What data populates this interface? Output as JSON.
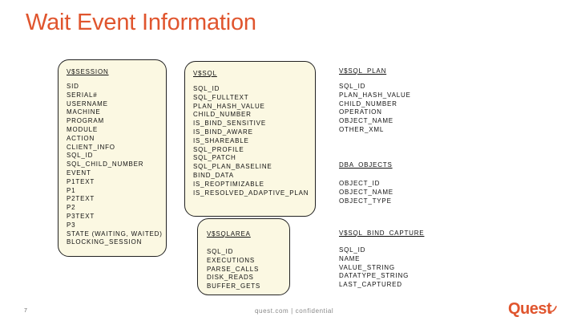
{
  "title": "Wait Event Information",
  "page_number": "7",
  "footer": "quest.com | confidential",
  "logo": {
    "text": "Quest",
    "color": "#e0552e"
  },
  "tables": {
    "vsession": {
      "name": "V$SESSION",
      "columns": [
        "SID",
        "SERIAL#",
        "USERNAME",
        "MACHINE",
        "PROGRAM",
        "MODULE",
        "ACTION",
        "CLIENT_INFO",
        "SQL_ID",
        "SQL_CHILD_NUMBER",
        "EVENT",
        "P1TEXT",
        "P1",
        "P2TEXT",
        "P2",
        "P3TEXT",
        "P3",
        "STATE (WAITING, WAITED)",
        "BLOCKING_SESSION"
      ]
    },
    "vsql": {
      "name": "V$SQL",
      "columns": [
        "SQL_ID",
        "SQL_FULLTEXT",
        "PLAN_HASH_VALUE",
        "CHILD_NUMBER",
        "IS_BIND_SENSITIVE",
        "IS_BIND_AWARE",
        "IS_SHAREABLE",
        "SQL_PROFILE",
        "SQL_PATCH",
        "SQL_PLAN_BASELINE",
        "BIND_DATA",
        "IS_REOPTIMIZABLE",
        "IS_RESOLVED_ADAPTIVE_PLAN"
      ]
    },
    "vsqlarea": {
      "name": "V$SQLAREA",
      "columns": [
        "SQL_ID",
        "EXECUTIONS",
        "PARSE_CALLS",
        "DISK_READS",
        "BUFFER_GETS"
      ]
    },
    "vsql_plan": {
      "name": "V$SQL_PLAN",
      "columns": [
        "SQL_ID",
        "PLAN_HASH_VALUE",
        "CHILD_NUMBER",
        "OPERATION",
        "OBJECT_NAME",
        "OTHER_XML"
      ]
    },
    "dba_objects": {
      "name": "DBA_OBJECTS",
      "columns": [
        "OBJECT_ID",
        "OBJECT_NAME",
        "OBJECT_TYPE"
      ]
    },
    "vsql_bind_capture": {
      "name": "V$SQL_BIND_CAPTURE",
      "columns": [
        "SQL_ID",
        "NAME",
        "VALUE_STRING",
        "DATATYPE_STRING",
        "LAST_CAPTURED"
      ]
    }
  }
}
